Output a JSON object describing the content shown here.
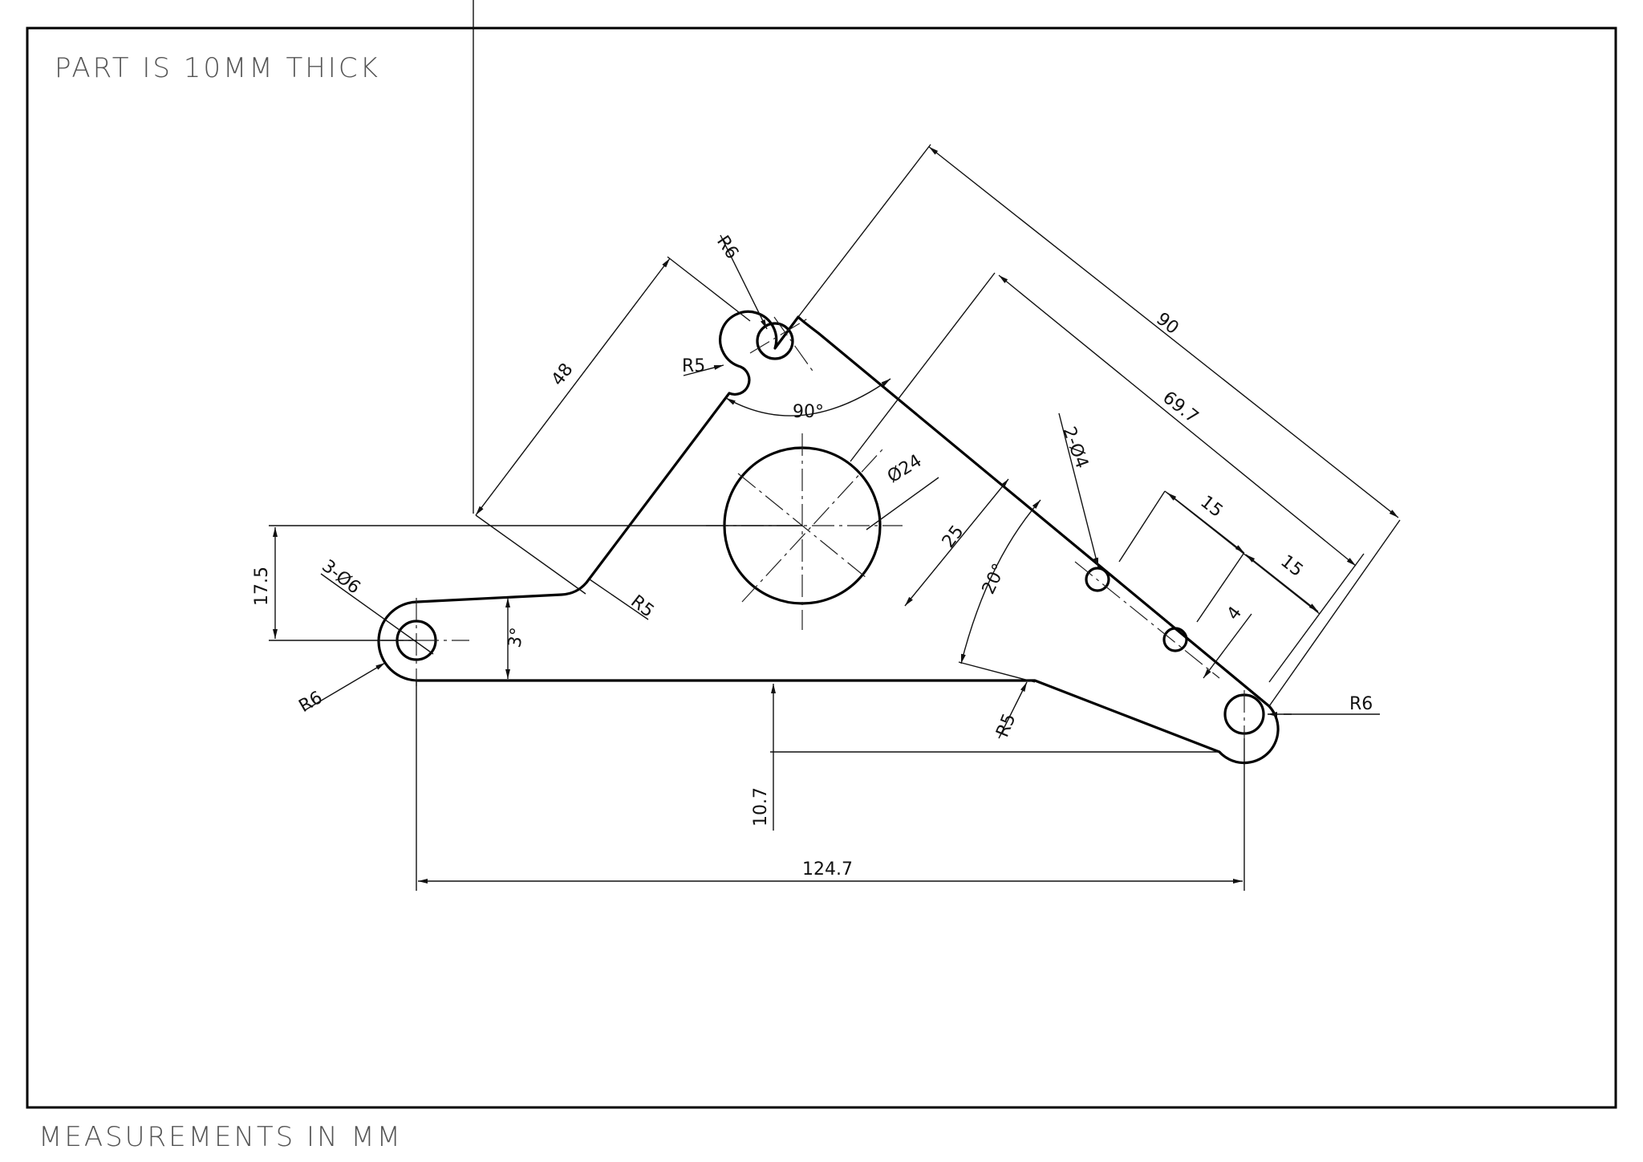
{
  "notes": {
    "thickness": "PART IS 10MM THICK",
    "units": "MEASUREMENTS IN MM"
  },
  "dimensions": {
    "length_overall": "124.7",
    "arm_length": "90",
    "slot_length": "69.7",
    "upper_arm": "48",
    "offset_left": "17.5",
    "offset_bottom": "10.7",
    "slot_offset": "25",
    "hole_pitch_1": "15",
    "hole_pitch_2": "15",
    "hole_offset": "4",
    "angle_apex": "90°",
    "angle_base": "3°",
    "angle_right": "20°",
    "large_hole": "Ø24",
    "small_holes": "2-Ø4",
    "end_holes": "3-Ø6",
    "radius_top": "R6",
    "radius_left": "R6",
    "radius_right": "R6",
    "fillet_top": "R5",
    "fillet_mid": "R5",
    "fillet_bottom": "R5"
  }
}
